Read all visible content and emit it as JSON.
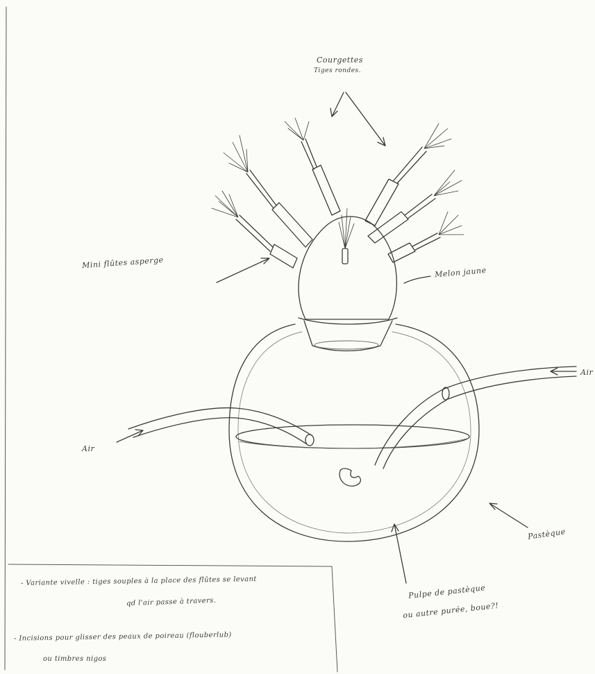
{
  "labels": {
    "courgettes_line1": "Courgettes",
    "courgettes_line2": "Tiges rondes.",
    "mini_flutes": "Mini flûtes asperge",
    "melon": "Melon jaune",
    "air_right": "Air",
    "air_left": "Air",
    "pasteque": "Pastèque",
    "pulpe_line1": "Pulpe de pastèque",
    "pulpe_line2": "ou autre purée, boue?!"
  },
  "notes": {
    "line1": "- Variante vivelle : tiges souples à la place des flûtes se levant",
    "line2": "qd l'air passe à travers.",
    "line3": "- Incisions pour glisser des peaux de poireau (flouberlub)",
    "line4": "ou timbres nigos"
  },
  "colors": {
    "paper": "#fbfbf8",
    "pencil": "#3a3a3a",
    "pencil_light": "#8a8a8a"
  }
}
